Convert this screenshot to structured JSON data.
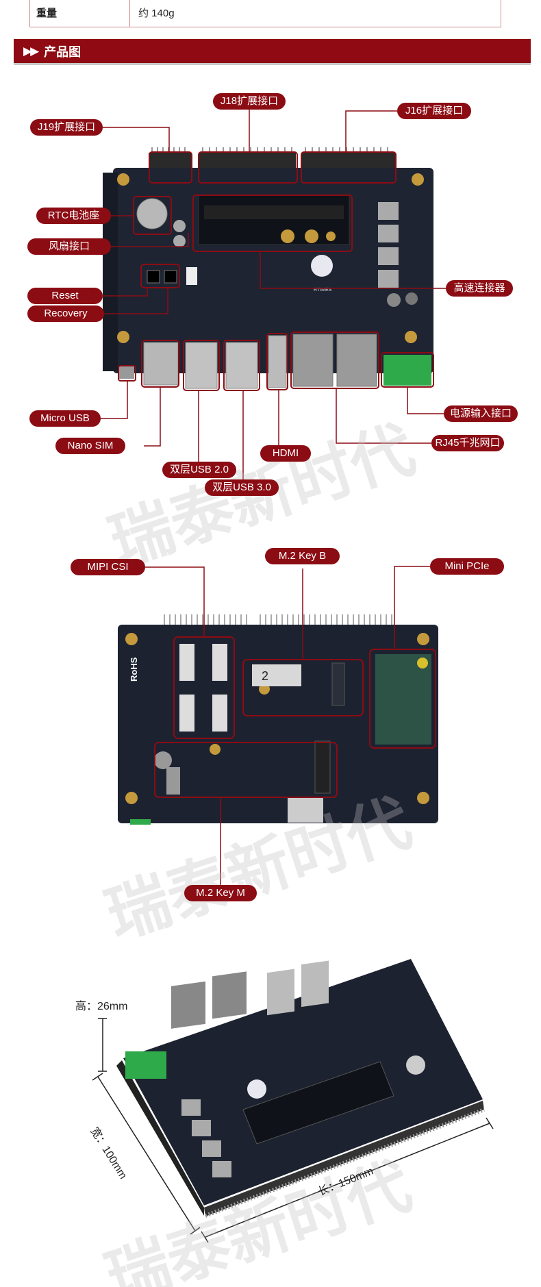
{
  "spec": {
    "key": "重量",
    "value": "约 140g"
  },
  "section": {
    "arrows": "▶▶",
    "title": "产品图"
  },
  "watermark": "瑞泰新时代",
  "front_labels": {
    "j19": "J19扩展接口",
    "j18": "J18扩展接口",
    "j16": "J16扩展接口",
    "rtc": "RTC电池座",
    "fan": "风扇接口",
    "reset": "Reset",
    "recovery": "Recovery",
    "hsconn": "高速连接器",
    "microusb": "Micro USB",
    "nanosim": "Nano SIM",
    "usb20": "双层USB 2.0",
    "usb30": "双层USB 3.0",
    "hdmi": "HDMI",
    "rj45": "RJ45千兆网口",
    "power": "电源输入接口"
  },
  "back_labels": {
    "mipi": "MIPI CSI",
    "m2b": "M.2  Key B",
    "minipcie": "Mini PCIe",
    "m2m": "M.2 Key M"
  },
  "board_marks": {
    "brand": "RTIMES",
    "rohs": "RoHS",
    "slot_num": "2"
  },
  "dimensions": {
    "height": "高：26mm",
    "width": "宽：100mm",
    "length": "长：150mm"
  },
  "colors": {
    "accent": "#8c0c14",
    "header": "#8f0a12",
    "pcb": "#1e2432",
    "connector_green": "#2faa4a"
  }
}
